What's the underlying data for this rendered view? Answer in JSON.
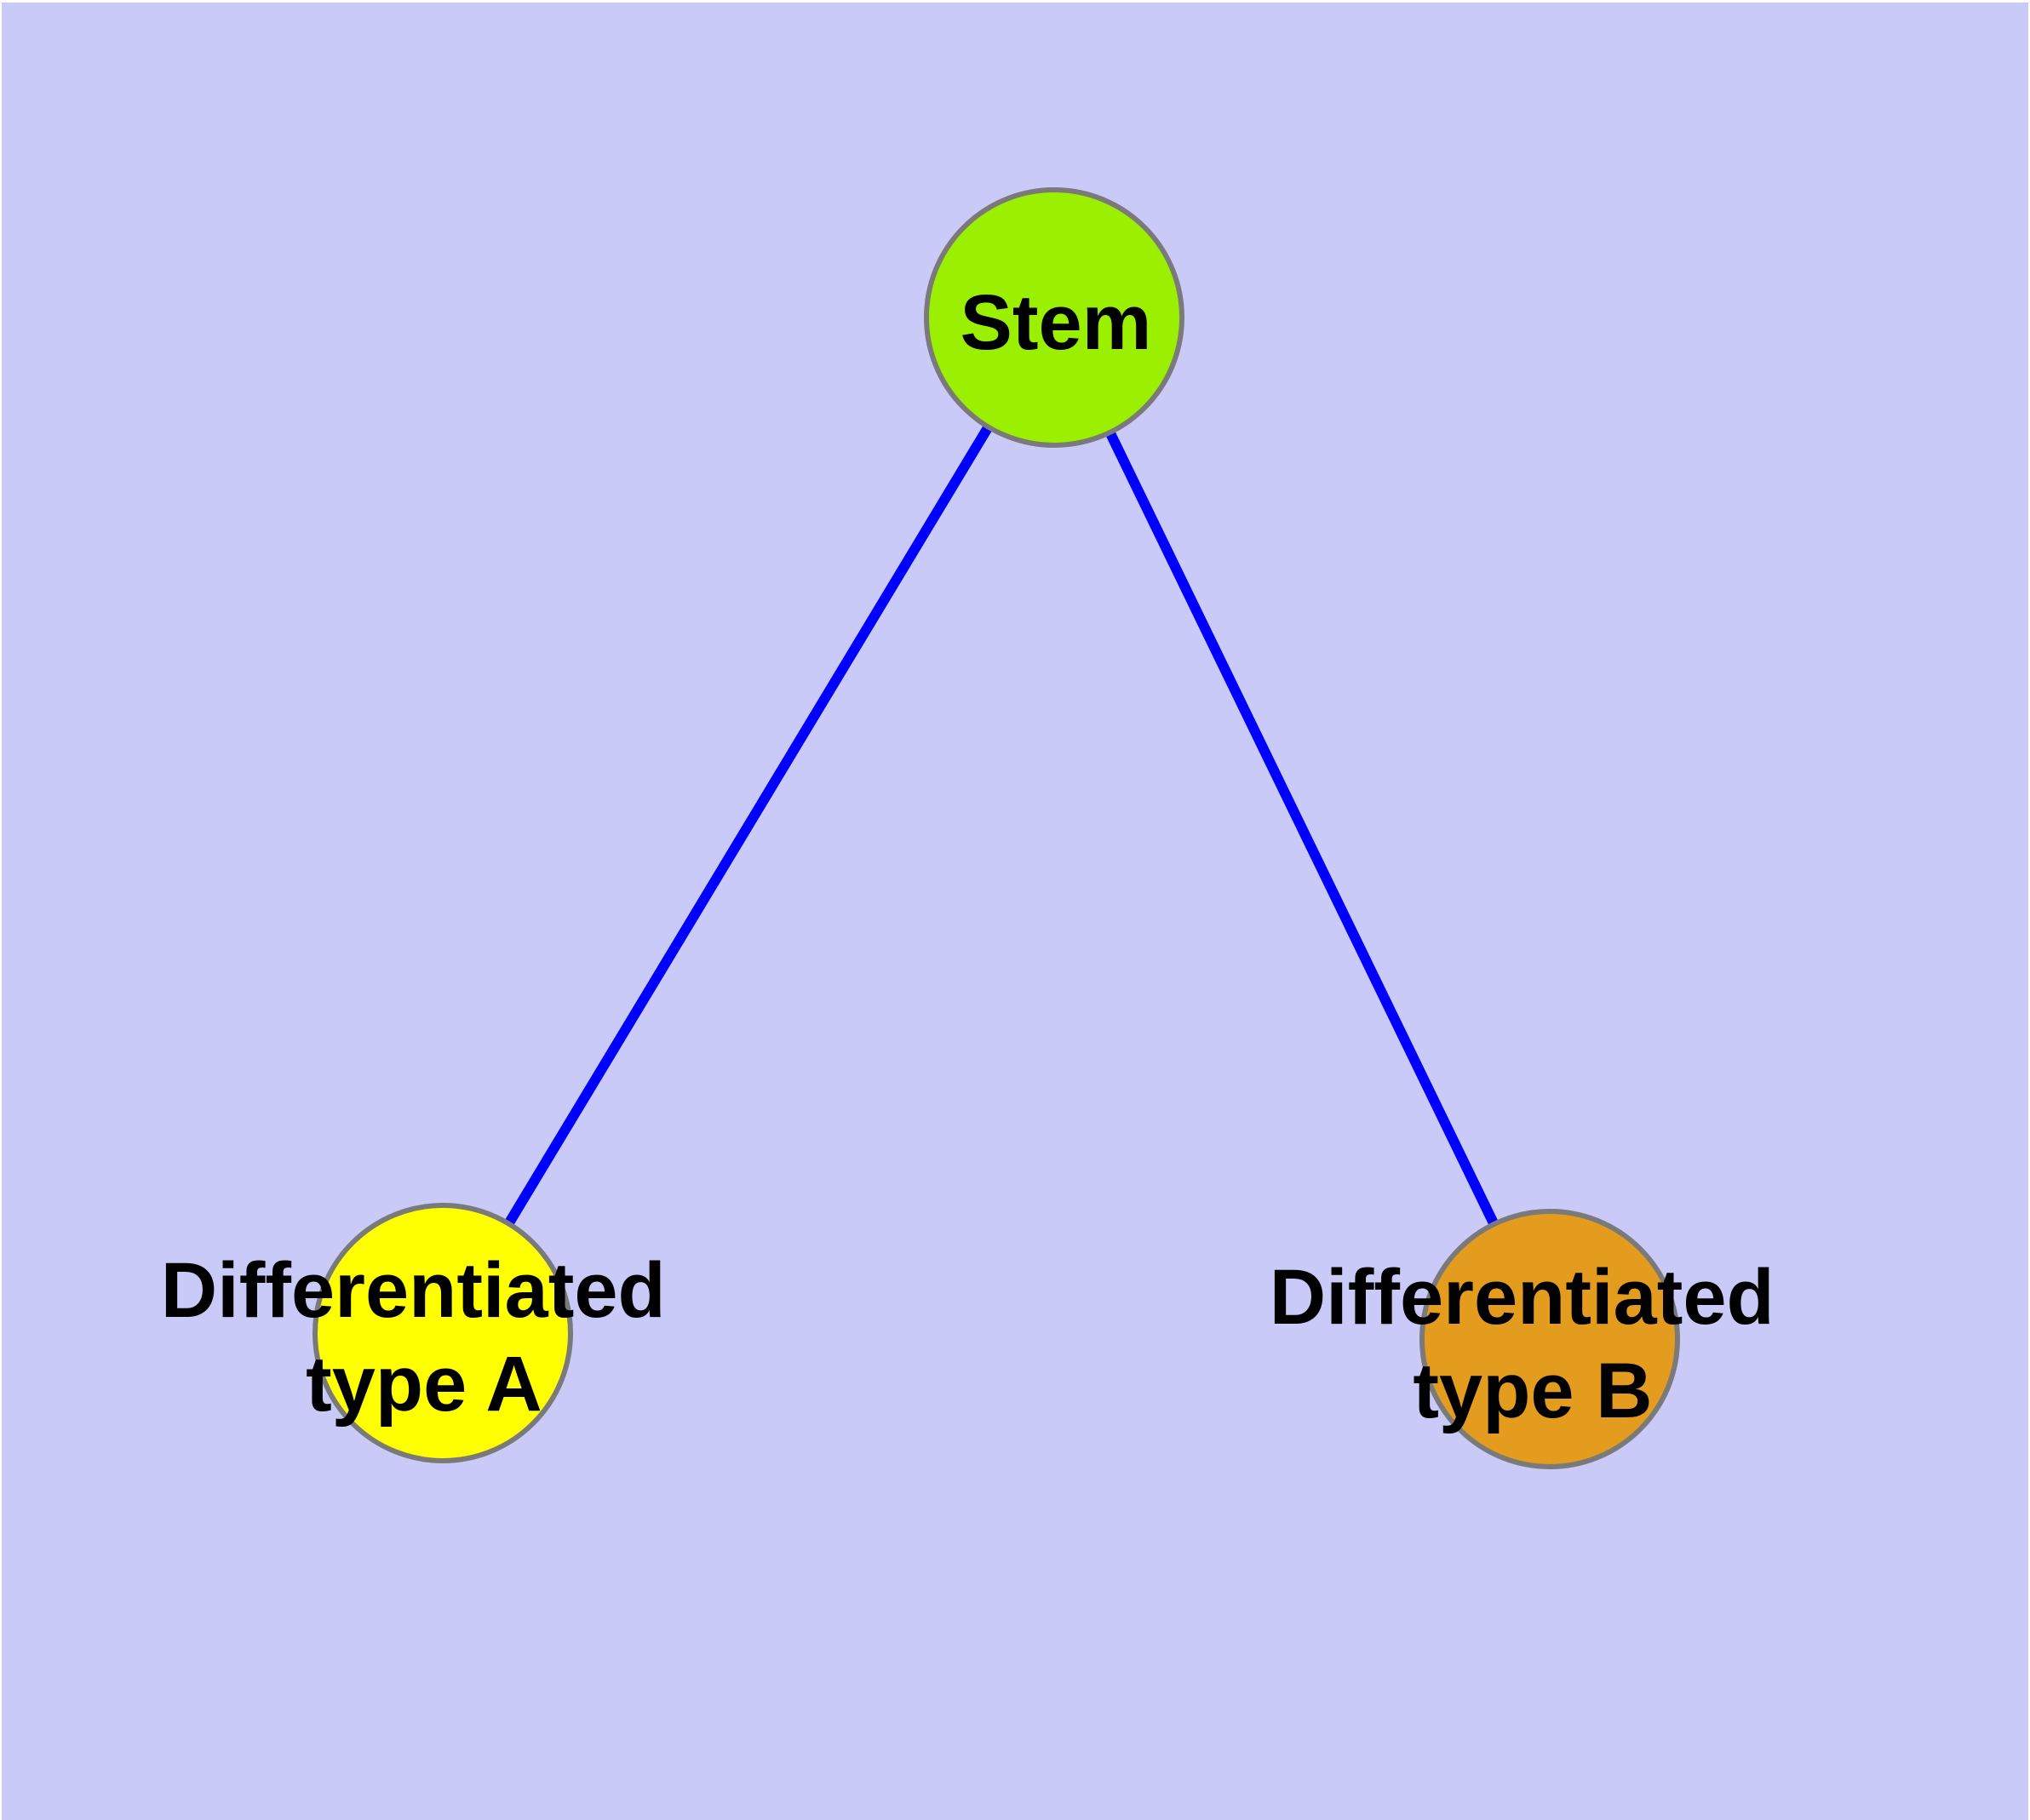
{
  "canvas": {
    "background_color": "#cacaf8",
    "frame_color": "#ffffff"
  },
  "styles": {
    "edge_color": "#0000ff",
    "edge_width": "12",
    "node_border_color": "#7a7a7a",
    "node_border_width": "6",
    "label_color": "#000000"
  },
  "nodes": [
    {
      "id": "stem",
      "lines": [
        "Stem"
      ],
      "fill": "#9af000"
    },
    {
      "id": "type-a",
      "lines": [
        "Differentiated",
        "type A"
      ],
      "fill": "#ffff00"
    },
    {
      "id": "type-b",
      "lines": [
        "Differentiated",
        "type B"
      ],
      "fill": "#e49c1e"
    }
  ],
  "edges": [
    {
      "id": "stem-to-type-a",
      "from": "stem",
      "to": "type-a"
    },
    {
      "id": "stem-to-type-b",
      "from": "stem",
      "to": "type-b"
    }
  ]
}
